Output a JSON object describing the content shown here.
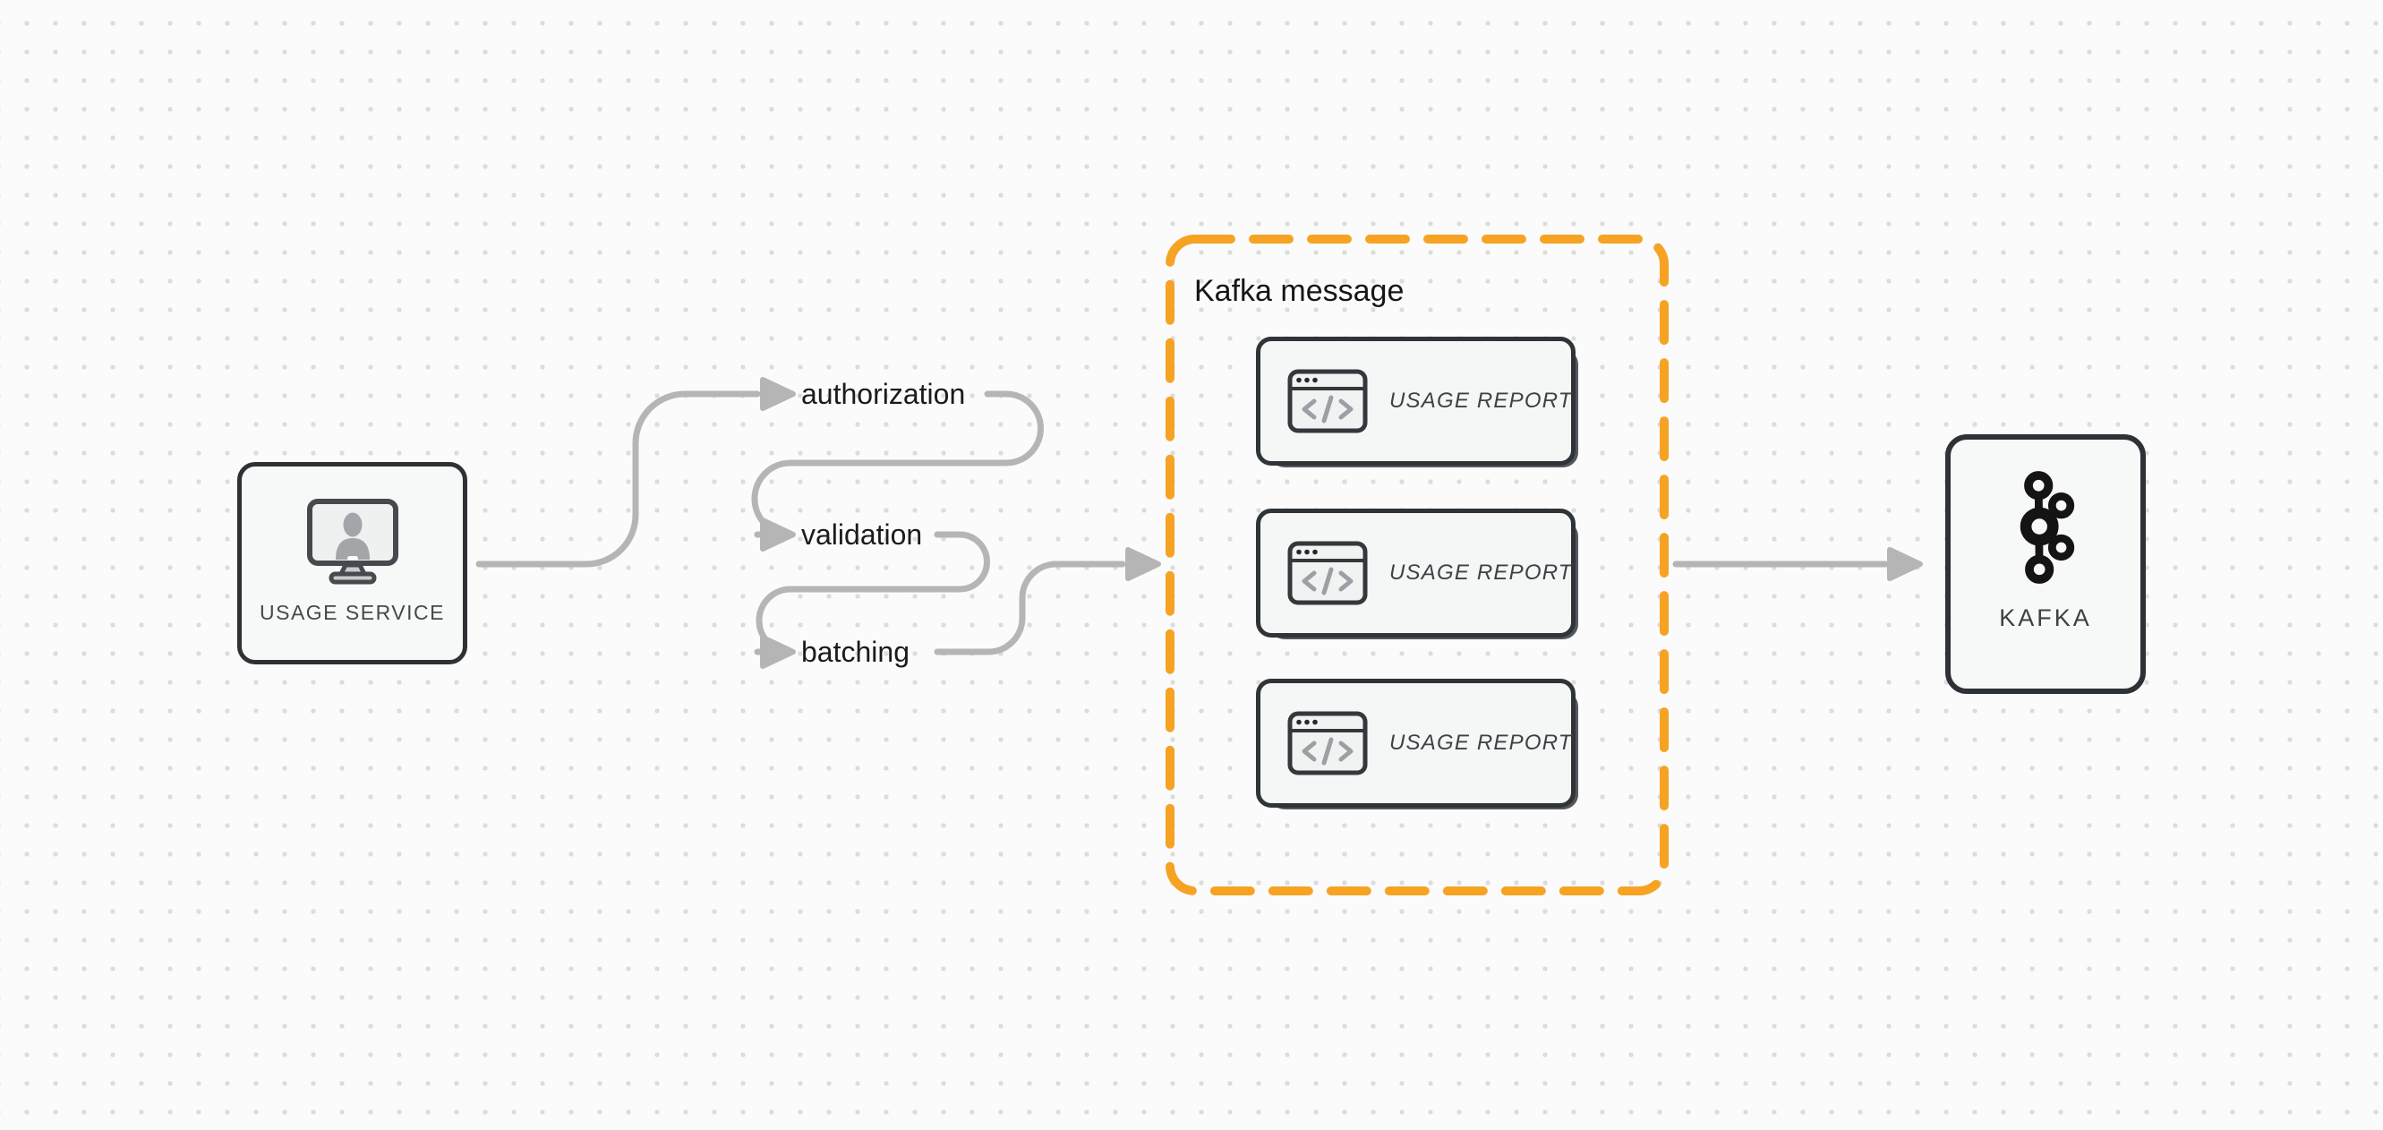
{
  "diagram": {
    "background": "#fbfbfb",
    "dot_grid_color": "#dcdcdc"
  },
  "colors": {
    "accent_orange": "#f6a324",
    "connector_gray": "#b5b5b5",
    "node_border": "#2e3236",
    "node_fill": "#f7f8f8",
    "text_dark": "#1b1b1b"
  },
  "nodes": {
    "usage_service": {
      "label": "USAGE SERVICE",
      "icon": "monitor-user-icon"
    },
    "kafka": {
      "label": "KAFKA",
      "icon": "kafka-logo-icon"
    }
  },
  "pipeline_steps": [
    {
      "label": "authorization"
    },
    {
      "label": "validation"
    },
    {
      "label": "batching"
    }
  ],
  "kafka_message_group": {
    "title": "Kafka message",
    "cards": [
      {
        "label": "USAGE REPORT",
        "icon": "code-window-icon"
      },
      {
        "label": "USAGE REPORT",
        "icon": "code-window-icon"
      },
      {
        "label": "USAGE REPORT",
        "icon": "code-window-icon"
      }
    ]
  }
}
